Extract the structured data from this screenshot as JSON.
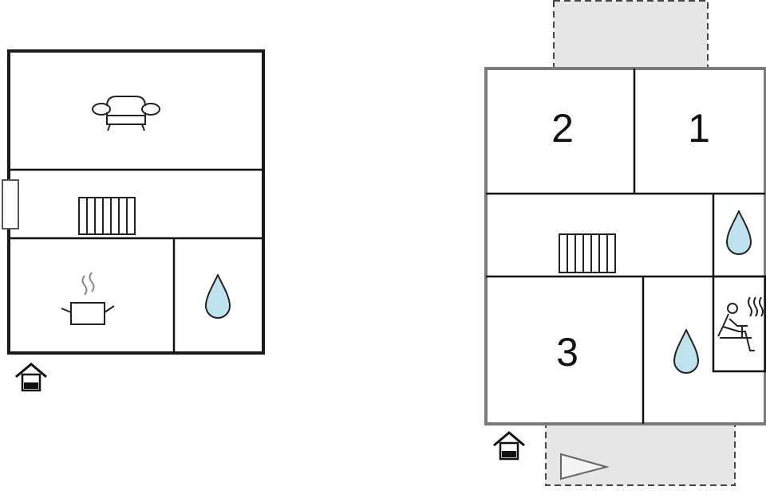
{
  "floors": [
    {
      "id": "ground-floor",
      "rooms": [
        {
          "id": "living-room",
          "icon": "sofa-icon"
        },
        {
          "id": "hallway",
          "icon": "stairs-icon"
        },
        {
          "id": "kitchen",
          "icon": "cooking-pot-icon"
        },
        {
          "id": "bathroom",
          "icon": "water-drop-icon"
        }
      ],
      "entrance_icon": "house-entrance-icon"
    },
    {
      "id": "upper-floor",
      "rooms": [
        {
          "id": "bedroom-2",
          "label": "2"
        },
        {
          "id": "bedroom-1",
          "label": "1"
        },
        {
          "id": "hallway",
          "icon": "stairs-icon"
        },
        {
          "id": "washroom",
          "icon": "water-drop-icon"
        },
        {
          "id": "bedroom-3",
          "label": "3"
        },
        {
          "id": "bathroom",
          "icon": "water-drop-icon"
        },
        {
          "id": "sauna",
          "icon": "sauna-icon"
        }
      ],
      "outdoor_areas": [
        "balcony",
        "terrace"
      ],
      "entrance_icon": "house-entrance-icon"
    }
  ],
  "colors": {
    "wall_ground": "#1a1a1a",
    "wall_upper": "#7a7a7a",
    "inner_wall": "#111111",
    "outdoor_fill": "#e6e6e6",
    "water_fill": "#bfe3ee",
    "icon_stroke": "#222222"
  }
}
